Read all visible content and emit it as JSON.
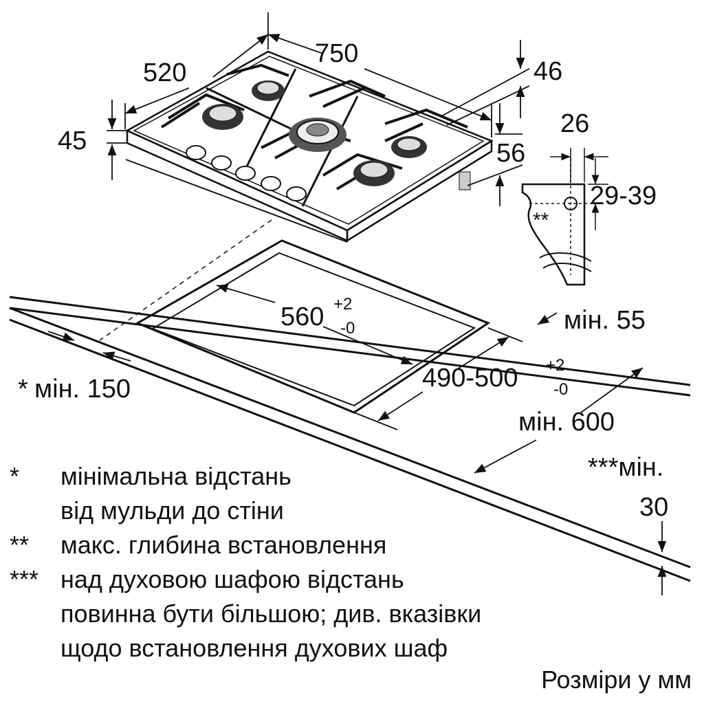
{
  "dimensions": {
    "width": "750",
    "depth": "520",
    "height": "45",
    "front_height": "46",
    "connector_offset": "56",
    "connector_width": "26",
    "connector_height": "29-39",
    "cutout_width": "560",
    "cutout_width_tol_plus": "+2",
    "cutout_width_tol_minus": "-0",
    "cutout_depth": "490-500",
    "cutout_depth_tol_plus": "+2",
    "cutout_depth_tol_minus": "-0",
    "min_back": "мін. 55",
    "min_side": "мін. 150",
    "min_side_mark": "*",
    "min_worktop": "мін. 600",
    "min_oven_mark": "***мін.",
    "min_oven_value": "30",
    "max_depth_mark": "**"
  },
  "notes": [
    {
      "mark": "*",
      "lines": [
        "мінімальна відстань",
        "від мульди до стіни"
      ]
    },
    {
      "mark": "**",
      "lines": [
        "макс. глибина встановлення"
      ]
    },
    {
      "mark": "***",
      "lines": [
        "над духовою шафою відстань",
        "повинна бути більшою; див. вказівки",
        "щодо встановлення духових шаф"
      ]
    }
  ],
  "units_label": "Розміри у мм"
}
